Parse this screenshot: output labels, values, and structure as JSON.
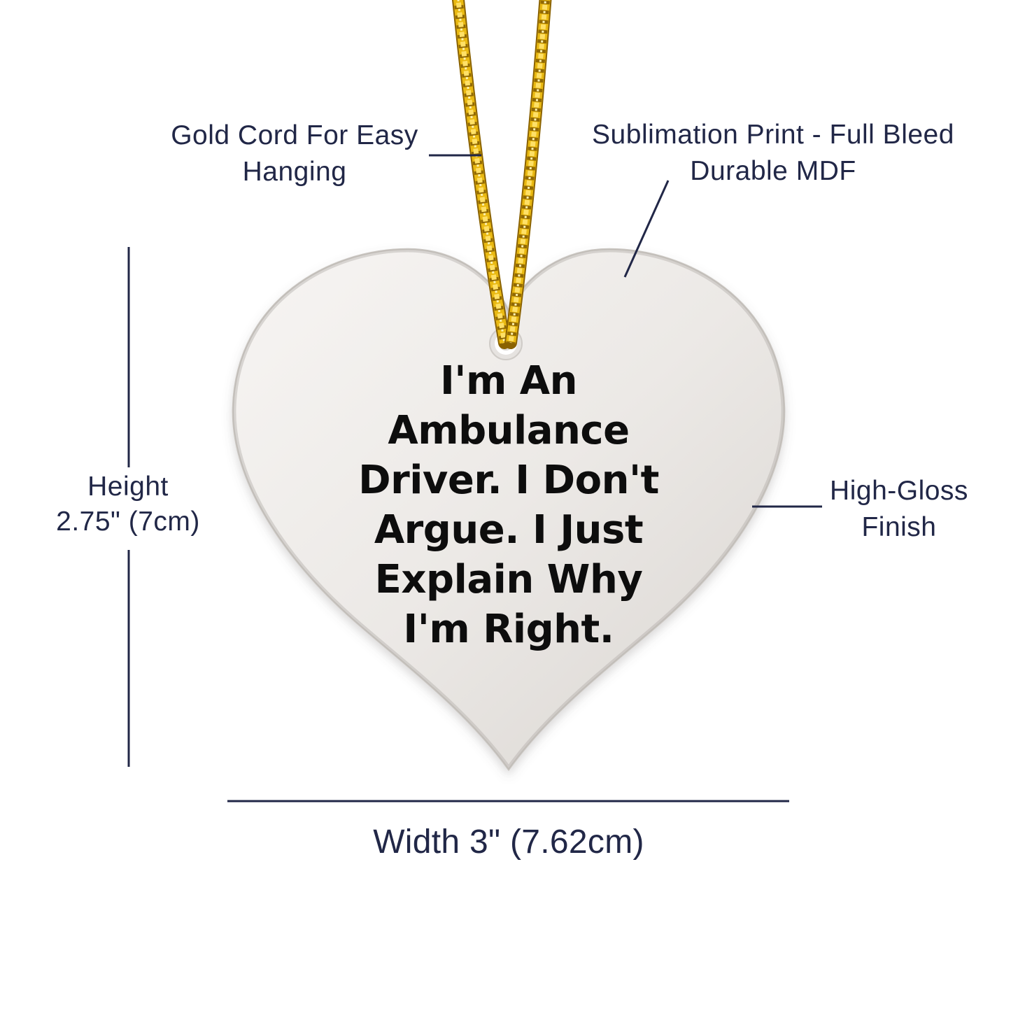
{
  "ornament": {
    "quote_lines": [
      "I'm An",
      "Ambulance",
      "Driver. I Don't",
      "Argue. I Just",
      "Explain Why",
      "I'm Right."
    ]
  },
  "annotations": {
    "cord": {
      "line1": "Gold Cord For Easy",
      "line2": "Hanging"
    },
    "print": {
      "line1": "Sublimation Print - Full Bleed",
      "line2": "Durable MDF"
    },
    "finish": {
      "line1": "High-Gloss",
      "line2": "Finish"
    },
    "height": {
      "line1": "Height",
      "line2": "2.75\" (7cm)"
    },
    "width": {
      "line1": "Width 3\" (7.62cm)"
    }
  },
  "colors": {
    "annotation_navy": "#212747",
    "quote_black": "#0d0d0d",
    "cord_gold": "#e9b912",
    "cord_gold_dark": "#8a6200",
    "heart_surface_light": "#f6f4f2",
    "heart_surface_dark": "#dcd8d4",
    "background": "#ffffff"
  }
}
